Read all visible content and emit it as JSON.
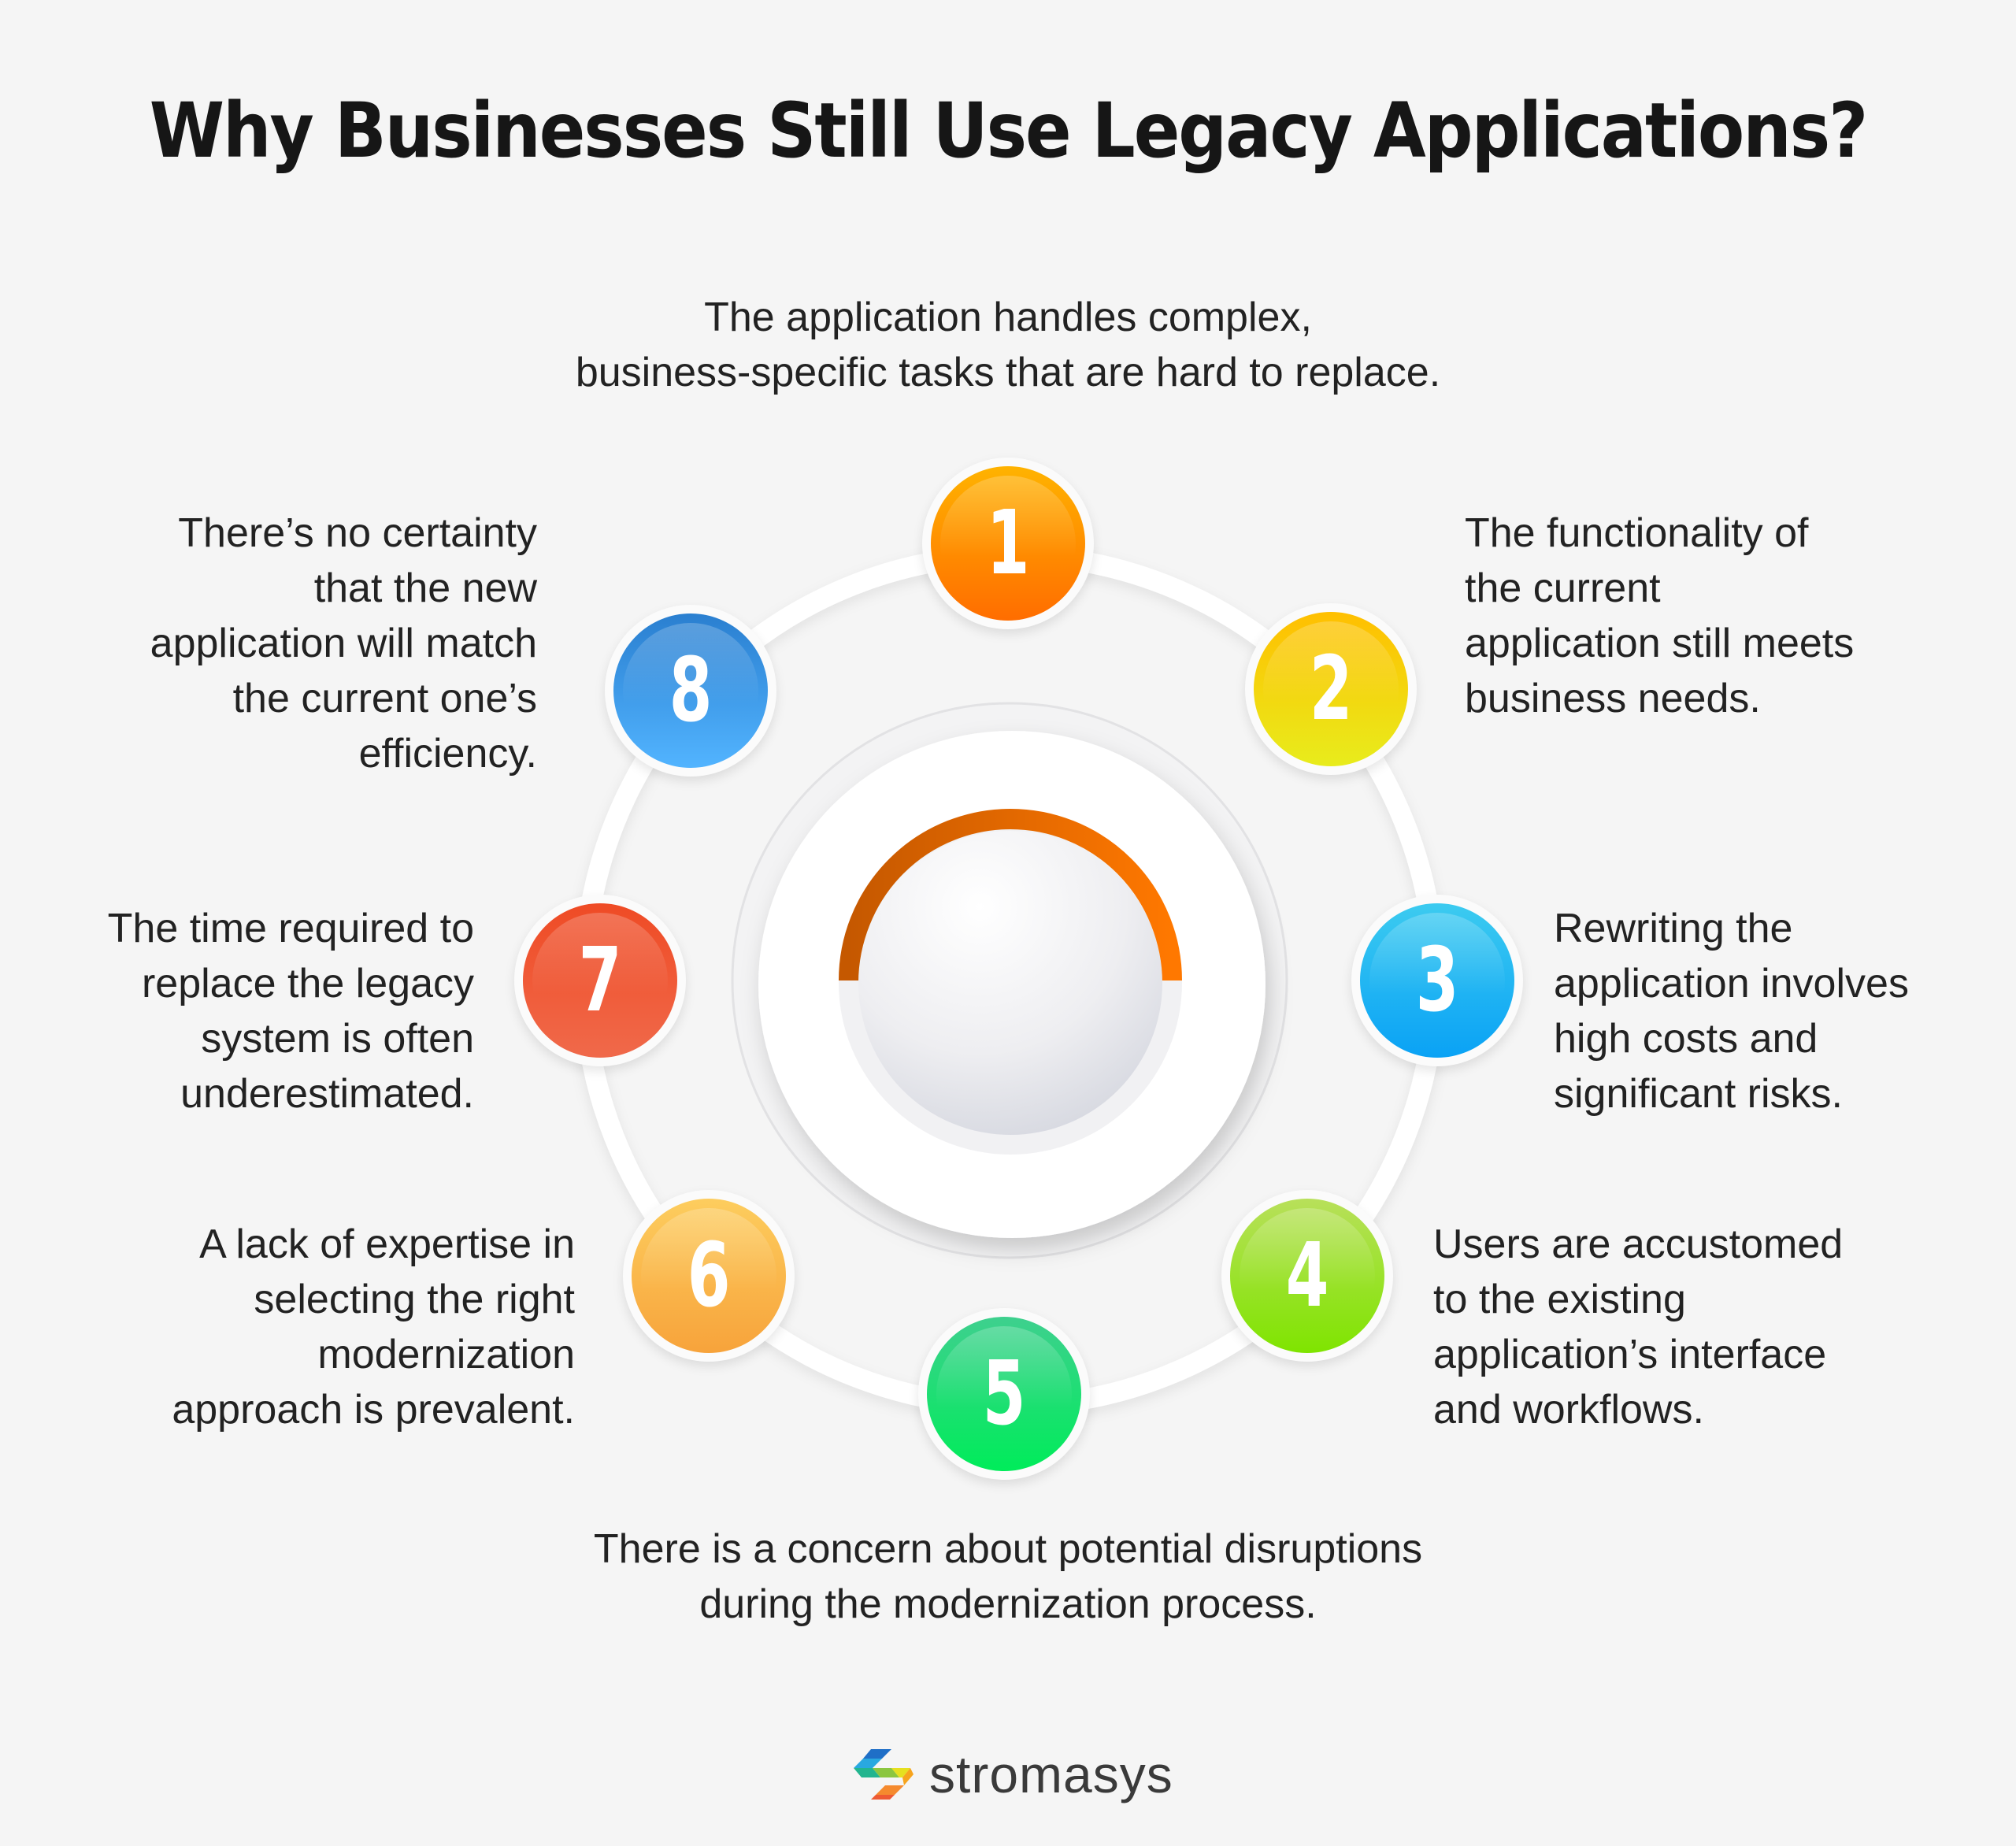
{
  "title": "Why Businesses Still Use Legacy Applications?",
  "items": [
    {
      "number": "1",
      "color_top": "#ffb300",
      "color_bottom": "#ff6d00",
      "lines": [
        "The application handles complex,",
        "business-specific tasks that are hard to replace."
      ]
    },
    {
      "number": "2",
      "color_top": "#ffcf00",
      "color_bottom": "#e8ec1c",
      "lines": [
        "The functionality of",
        "the current",
        "application still meets",
        "business needs."
      ]
    },
    {
      "number": "3",
      "color_top": "#3ccbf0",
      "color_bottom": "#0aa2f5",
      "lines": [
        "Rewriting the",
        "application involves",
        "high costs and",
        "significant risks."
      ]
    },
    {
      "number": "4",
      "color_top": "#b8e05a",
      "color_bottom": "#7fe400",
      "lines": [
        "Users are accustomed",
        "to the existing",
        "application’s interface",
        "and workflows."
      ]
    },
    {
      "number": "5",
      "color_top": "#3ed08e",
      "color_bottom": "#00ec5a",
      "lines": [
        "There is a concern about potential disruptions",
        "during the modernization process."
      ]
    },
    {
      "number": "6",
      "color_top": "#fdcd5e",
      "color_bottom": "#f7a33b",
      "lines": [
        "A lack of expertise in",
        "selecting the right",
        "modernization",
        "approach is prevalent."
      ]
    },
    {
      "number": "7",
      "color_top": "#ef4b25",
      "color_bottom": "#f0694a",
      "lines": [
        "The time required to",
        "replace the legacy",
        "system is often",
        "underestimated."
      ]
    },
    {
      "number": "8",
      "color_top": "#2a7fd0",
      "color_bottom": "#52b4ff",
      "lines": [
        "There’s no certainty",
        "that the new",
        "application will match",
        "the current one’s",
        "efficiency."
      ]
    }
  ],
  "center": {
    "arc_color_start": "#c85a00",
    "arc_color_end": "#ff7a00"
  },
  "logo": {
    "wordmark": "stromasys",
    "icon": "stromasys-logo-icon"
  }
}
